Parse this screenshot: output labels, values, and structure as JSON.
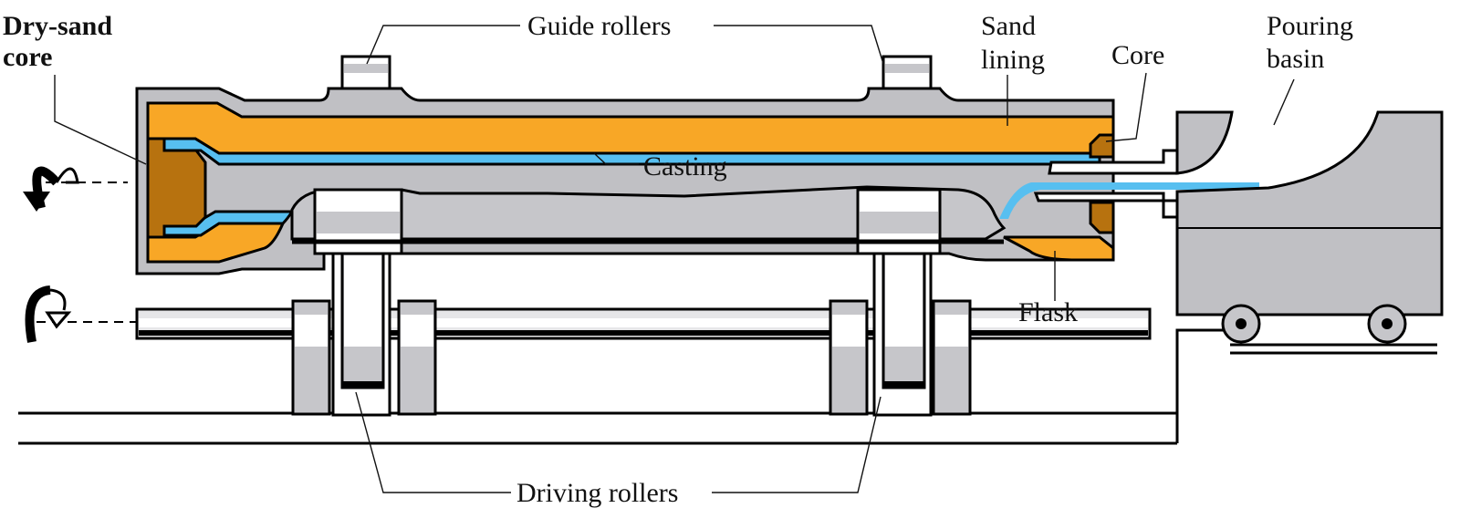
{
  "title": "Centrifugal casting machine (horizontal)",
  "colors": {
    "flask": "#c0c0c4",
    "sand_lining": "#f8a726",
    "casting": "#57bff0",
    "core": "#b7720f",
    "outline": "#000000",
    "background": "#ffffff"
  },
  "labels": {
    "dry_sand_core_1": "Dry-sand",
    "dry_sand_core_2": "core",
    "guide_rollers": "Guide rollers",
    "sand_lining_1": "Sand",
    "sand_lining_2": "lining",
    "core": "Core",
    "pouring_basin_1": "Pouring",
    "pouring_basin_2": "basin",
    "casting": "Casting",
    "flask": "Flask",
    "driving_rollers": "Driving rollers"
  },
  "icons": {
    "mold_rotation": "rotation-arrow-icon",
    "shaft_rotation": "rotation-arrow-icon"
  }
}
